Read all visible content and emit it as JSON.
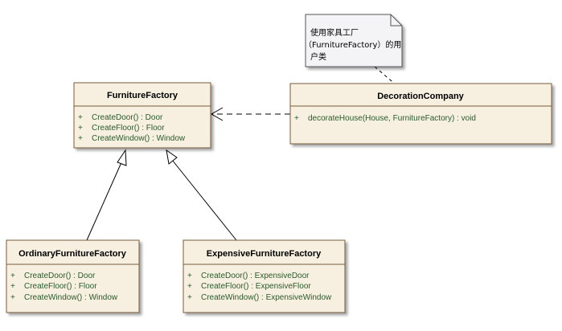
{
  "diagram": {
    "classes": {
      "furniture_factory": {
        "name": "FurnitureFactory",
        "operations": [
          {
            "vis": "+",
            "text": "CreateDoor() : Door"
          },
          {
            "vis": "+",
            "text": "CreateFloor() : Floor"
          },
          {
            "vis": "+",
            "text": "CreateWindow() : Window"
          }
        ]
      },
      "decoration_company": {
        "name": "DecorationCompany",
        "operations": [
          {
            "vis": "+",
            "text": "decorateHouse(House, FurnitureFactory) : void"
          }
        ]
      },
      "ordinary_factory": {
        "name": "OrdinaryFurnitureFactory",
        "operations": [
          {
            "vis": "+",
            "text": "CreateDoor() : Door"
          },
          {
            "vis": "+",
            "text": "CreateFloor() : Floor"
          },
          {
            "vis": "+",
            "text": "CreateWindow() : Window"
          }
        ]
      },
      "expensive_factory": {
        "name": "ExpensiveFurnitureFactory",
        "operations": [
          {
            "vis": "+",
            "text": "CreateDoor() : ExpensiveDoor"
          },
          {
            "vis": "+",
            "text": "CreateFloor() : ExpensiveFloor"
          },
          {
            "vis": "+",
            "text": "CreateWindow() : ExpensiveWindow"
          }
        ]
      }
    },
    "note": {
      "lines": [
        "使用家具工厂",
        "（FurnitureFactory）的用",
        "户类"
      ]
    },
    "colors": {
      "box_fill": "#f7f0e1",
      "box_border": "#7a5a3a",
      "note_fill": "#f4f4f6"
    }
  }
}
